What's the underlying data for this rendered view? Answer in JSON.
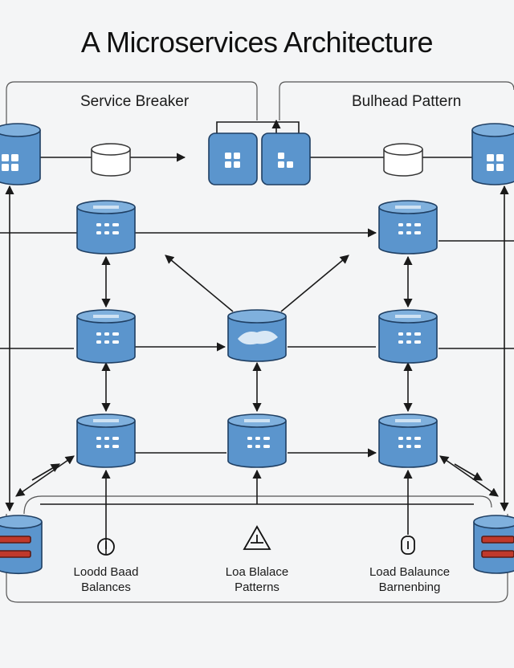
{
  "title": "A Microservices Architecture",
  "sections": {
    "left": "Service Breaker",
    "right": "Bulhead Pattern"
  },
  "captions": {
    "left": [
      "Loodd Baad",
      "Balances"
    ],
    "center": [
      "Loa Blalace",
      "Patterns"
    ],
    "right": [
      "Load Balaunce",
      "Barnenbing"
    ]
  },
  "colors": {
    "node_fill": "#5b95cd",
    "node_stroke": "#1f3f63",
    "line": "#1a1a1a",
    "accent_red": "#c0392b"
  },
  "icons": {
    "left_caption": "lock-icon",
    "center_caption": "warning-triangle-icon",
    "right_caption": "lock-icon"
  }
}
